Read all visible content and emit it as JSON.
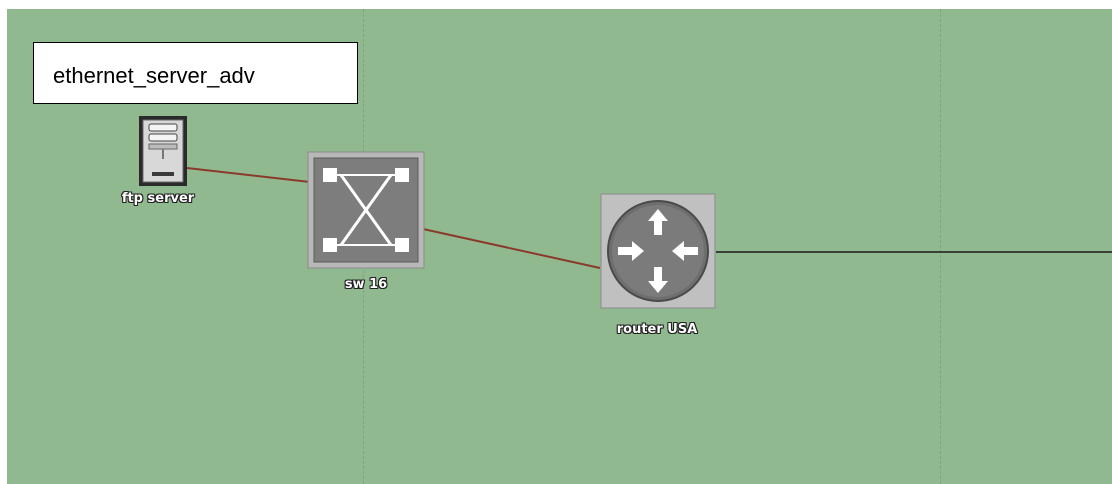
{
  "diagram": {
    "title": "ethernet_server_adv",
    "background_color": "#91b990",
    "link_color": "#8a3a2a",
    "trunk_color": "#1a1a1a",
    "nodes": [
      {
        "id": "ftp",
        "type": "server",
        "icon": "server-icon",
        "label": "ftp server"
      },
      {
        "id": "sw16",
        "type": "switch",
        "icon": "switch-icon",
        "label": "sw 16"
      },
      {
        "id": "router",
        "type": "router",
        "icon": "router-icon",
        "label": "router USA"
      }
    ],
    "links": [
      {
        "from": "ftp",
        "to": "sw16"
      },
      {
        "from": "sw16",
        "to": "router"
      },
      {
        "from": "router",
        "to": "off-canvas"
      }
    ]
  }
}
